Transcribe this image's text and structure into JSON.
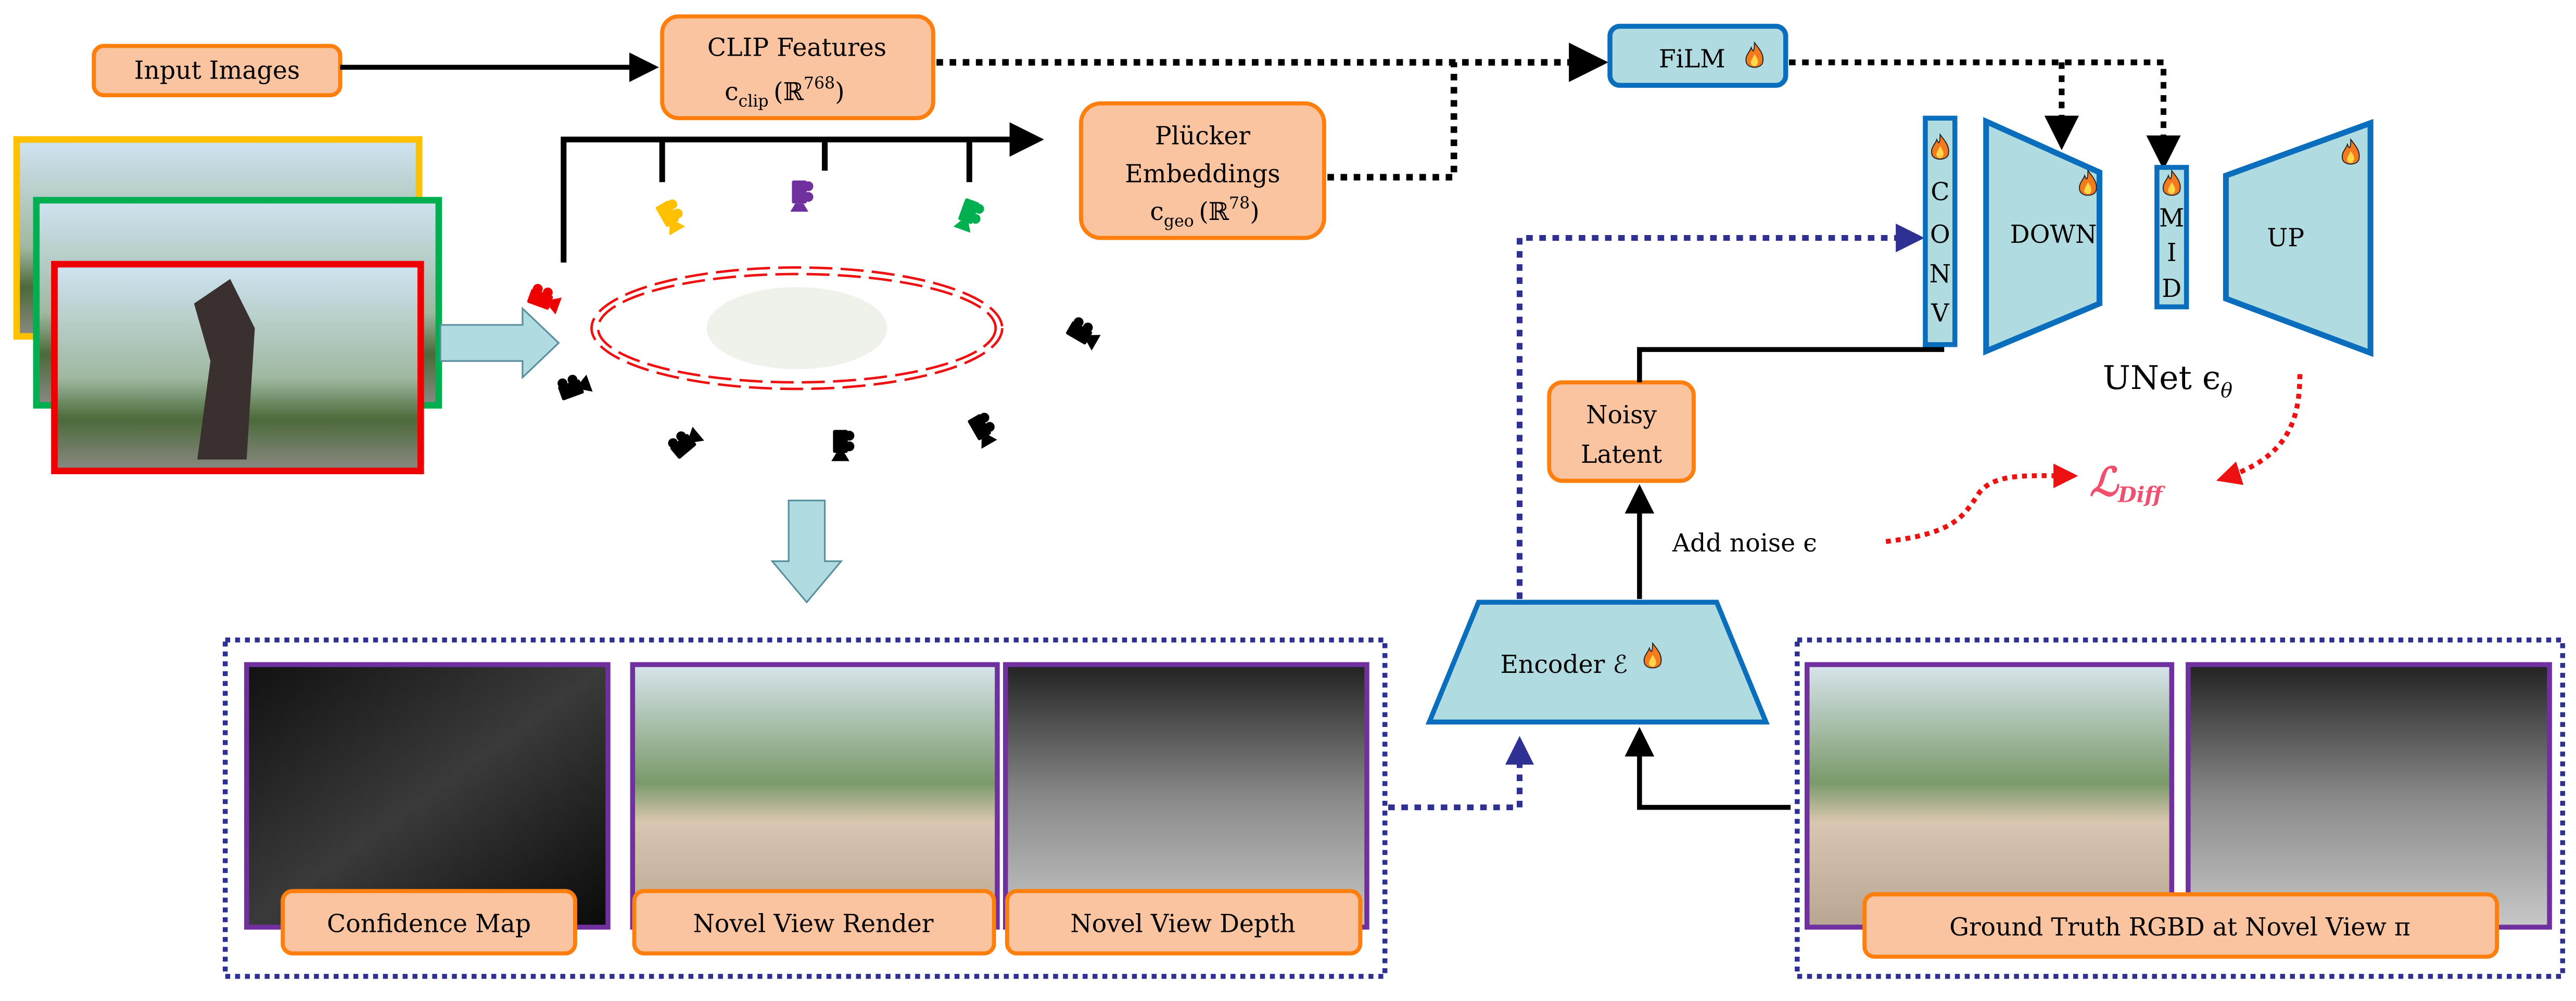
{
  "boxes": {
    "input_images": "Input Images",
    "clip_title": "CLIP Features",
    "clip_symbol": "c",
    "clip_sub": "clip",
    "clip_space": "(ℝ",
    "clip_dim": "768",
    "clip_close": ")",
    "plucker_line1": "Plücker",
    "plucker_line2": "Embeddings",
    "plucker_symbol": "c",
    "plucker_sub": "geo",
    "plucker_space": "(ℝ",
    "plucker_dim": "78",
    "plucker_close": ")",
    "film": "FiLM",
    "noisy_line1": "Noisy",
    "noisy_line2": "Latent",
    "encoder": "Encoder ℰ"
  },
  "unet": {
    "conv": [
      "C",
      "O",
      "N",
      "V"
    ],
    "down": "DOWN",
    "mid": [
      "M",
      "I",
      "D"
    ],
    "up": "UP",
    "label": "UNet ϵ",
    "label_sub": "θ"
  },
  "loss": {
    "symbol": "ℒ",
    "sub": "Diff"
  },
  "add_noise": "Add noise ϵ",
  "outputs": {
    "confidence": "Confidence Map",
    "render": "Novel View Render",
    "depth": "Novel View Depth",
    "ground_truth": "Ground Truth RGBD at Novel View π"
  },
  "colors": {
    "orange_fill": "#fbc4a0",
    "orange_border": "#ff7f0e",
    "blue_fill": "#b0dbe0",
    "blue_border": "#0a6ebd",
    "dotted_navy": "#2e3192",
    "frame_purple": "#7030a0",
    "loss_pink": "#f0506e",
    "red_dotted": "#ee1111",
    "cam_yellow": "#ffc000",
    "cam_purple": "#7030a0",
    "cam_green": "#00b050",
    "cam_red": "#ee0000"
  },
  "icons": [
    "fire-icon",
    "camera-icon",
    "arrow-icon"
  ]
}
